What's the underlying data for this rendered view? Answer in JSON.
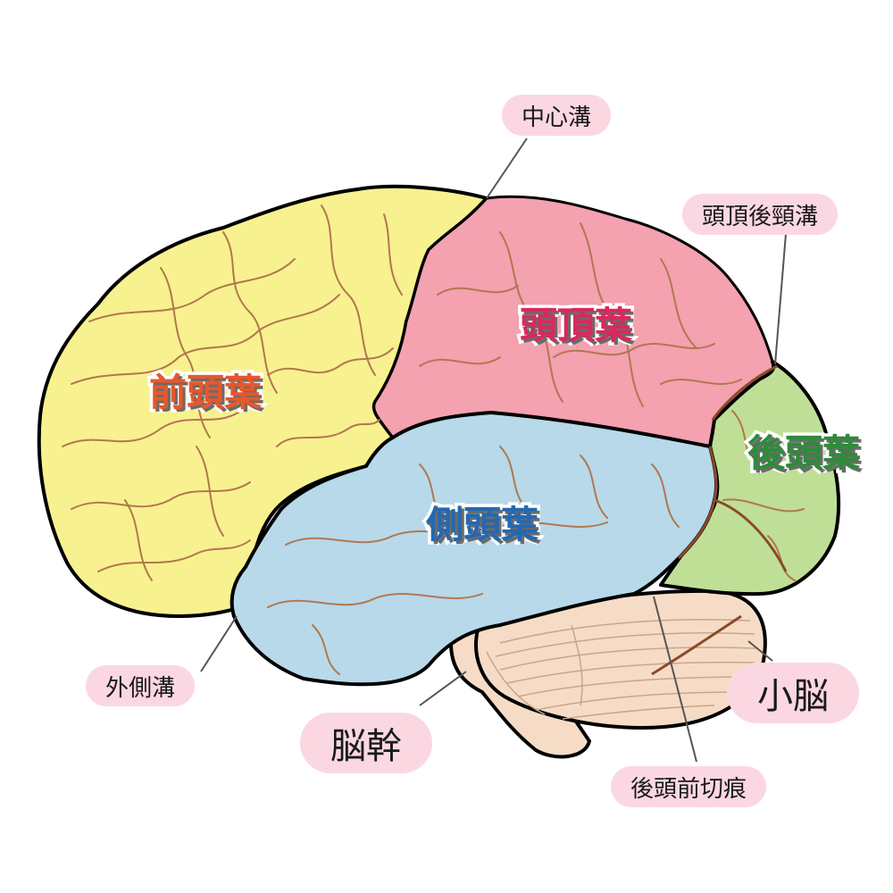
{
  "lobes": {
    "frontal": "前頭葉",
    "parietal": "頭頂葉",
    "temporal": "側頭葉",
    "occipital": "後頭葉"
  },
  "callouts": {
    "central_sulcus": "中心溝",
    "parieto_occipital_sulcus": "頭頂後頸溝",
    "lateral_sulcus": "外側溝",
    "brainstem": "脳幹",
    "cerebellum": "小脳",
    "preoccipital_notch": "後頭前切痕"
  },
  "colors": {
    "frontal": "#f8f18f",
    "parietal": "#f4a1b0",
    "temporal": "#b7d9ea",
    "occipital": "#bfdf97",
    "cerebellum": "#f6dcc6",
    "brainstem": "#f6dcc6",
    "outline": "#000000",
    "gyri": "#b07850",
    "frontal_label": "#e8572b",
    "parietal_label": "#d8285e",
    "temporal_label": "#2468b0",
    "occipital_label": "#2e8b3a",
    "pill": "#fbd7e2"
  }
}
